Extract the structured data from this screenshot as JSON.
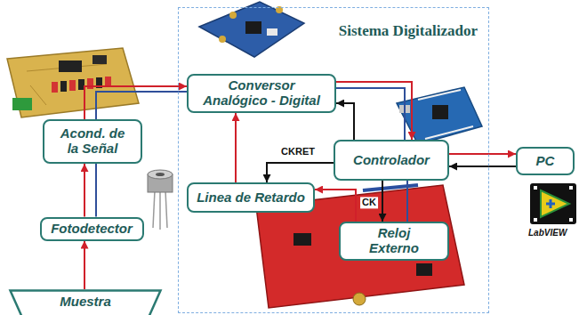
{
  "diagram": {
    "nodes": [
      {
        "text": [
          "Sistema Digitalizador"
        ]
      },
      {
        "text": [
          "Conversor Analógico - Digital"
        ],
        "in": 0
      },
      {
        "text": [
          "Acond. de la Señal"
        ]
      },
      {
        "text": [
          "Controlador"
        ],
        "in": 0
      },
      {
        "text": [
          "PC"
        ]
      },
      {
        "text": [
          "Linea de Retardo"
        ],
        "in": 0
      },
      {
        "text": [
          "Fotodetector"
        ]
      },
      {
        "text": [
          "Reloj Externo"
        ],
        "in": 0
      },
      {
        "text": [
          "Muestra"
        ]
      }
    ],
    "edges": [
      {
        "from": 8,
        "to": 6,
        "arrow": "to"
      },
      {
        "from": 6,
        "to": 2,
        "arrow": "to"
      },
      {
        "from": 6,
        "to": 2,
        "arrow": "none"
      },
      {
        "from": 2,
        "to": 1,
        "arrow": "to"
      },
      {
        "from": 2,
        "to": 1,
        "arrow": "none"
      },
      {
        "from": 1,
        "to": 3,
        "arrow": "to"
      },
      {
        "from": 1,
        "to": 3,
        "arrow": "none"
      },
      {
        "from": 3,
        "to": 1,
        "arrow": "to"
      },
      {
        "from": 3,
        "to": 4,
        "arrow": "to"
      },
      {
        "from": 4,
        "to": 3,
        "arrow": "to"
      },
      {
        "from": 3,
        "to": 5,
        "label": "CKRET",
        "arrow": "to"
      },
      {
        "from": 5,
        "to": 1,
        "arrow": "to"
      },
      {
        "from": 3,
        "to": 7,
        "label": "CK",
        "arrow": "to"
      },
      {
        "from": 3,
        "to": 7,
        "arrow": "none"
      },
      {
        "from": 7,
        "to": 5,
        "arrow": "to"
      }
    ],
    "labels": [
      "LabVIEW"
    ]
  }
}
